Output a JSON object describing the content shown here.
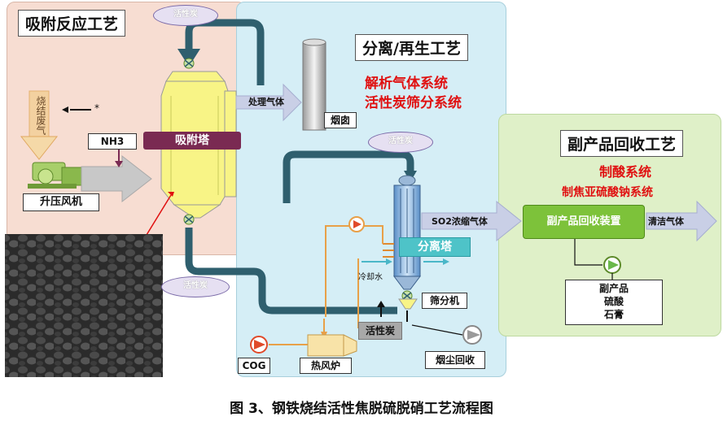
{
  "panels": {
    "adsorption_title": "吸附反应工艺",
    "separation_title": "分离/再生工艺",
    "byproduct_title": "副产品回收工艺"
  },
  "labels": {
    "activated_carbon": "活性炭",
    "sinter_gas": "烧结废气",
    "asterisk": "*",
    "nh3": "NH3",
    "adsorption_tower": "吸附塔",
    "booster_fan": "升压风机",
    "treated_gas": "处理气体",
    "chimney": "烟囱",
    "so2_gas": "SO2浓缩气体",
    "separation_tower": "分离塔",
    "cooling_water": "冷却水",
    "screening_machine": "筛分机",
    "activated_carbon_box": "活性炭",
    "cog": "COG",
    "hot_blast_stove": "热风炉",
    "dust_recovery": "烟尘回收",
    "byproduct_device": "副产品回收装置",
    "clean_gas": "清洁气体",
    "byproduct_list": [
      "副产品",
      "硫酸",
      "石膏"
    ]
  },
  "red_text": {
    "desorption_system": "解析气体系统",
    "carbon_screening_system": "活性炭筛分系统",
    "acid_system": "制酸系统",
    "sodium_sulfite_system": "制焦亚硫酸钠系统"
  },
  "caption": "图 3、钢铁烧结活性焦脱硫脱硝工艺流程图",
  "colors": {
    "adsorption_bg": "#f7ddd2",
    "separation_bg": "#d5eef6",
    "byproduct_bg": "#dff0c8",
    "tower_yellow": "#f8f486",
    "tower_purple": "#7a2a52",
    "pipe": "#2f5f6e",
    "red_text": "#e01010",
    "arrow_gas": "#c9cfe6"
  }
}
